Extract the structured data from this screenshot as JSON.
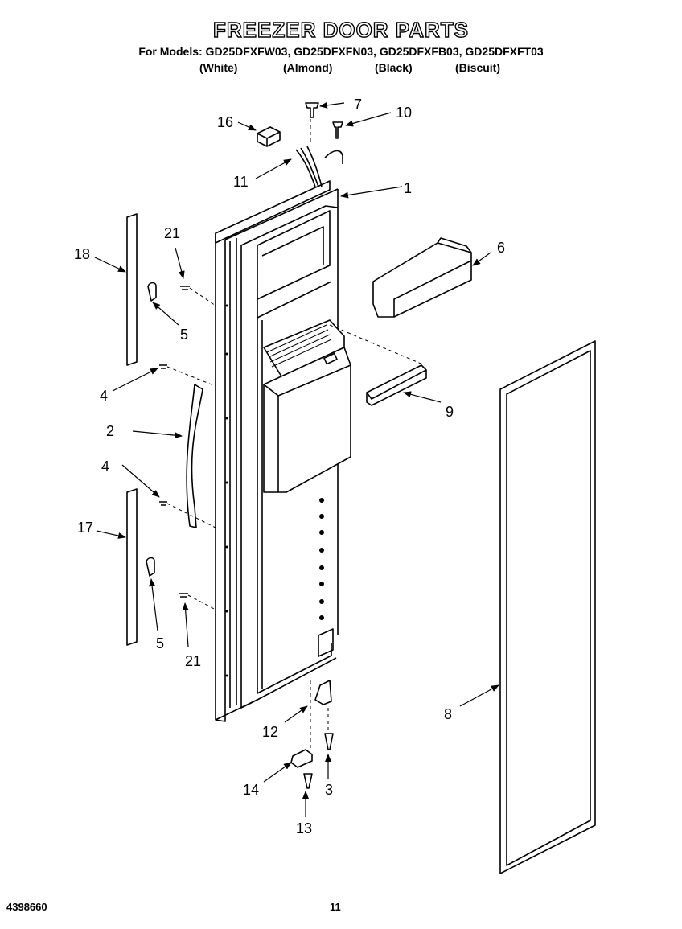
{
  "title": "FREEZER DOOR PARTS",
  "models_line": "For Models: GD25DFXFW03, GD25DFXFN03, GD25DFXFB03, GD25DFXFT03",
  "colors": [
    "(White)",
    "(Almond)",
    "(Black)",
    "(Biscuit)"
  ],
  "callouts": [
    "1",
    "2",
    "3",
    "4",
    "4",
    "5",
    "5",
    "6",
    "7",
    "8",
    "9",
    "10",
    "11",
    "12",
    "13",
    "14",
    "16",
    "17",
    "18",
    "21",
    "21"
  ],
  "footer": {
    "doc_number": "4398660",
    "page_number": "11"
  }
}
